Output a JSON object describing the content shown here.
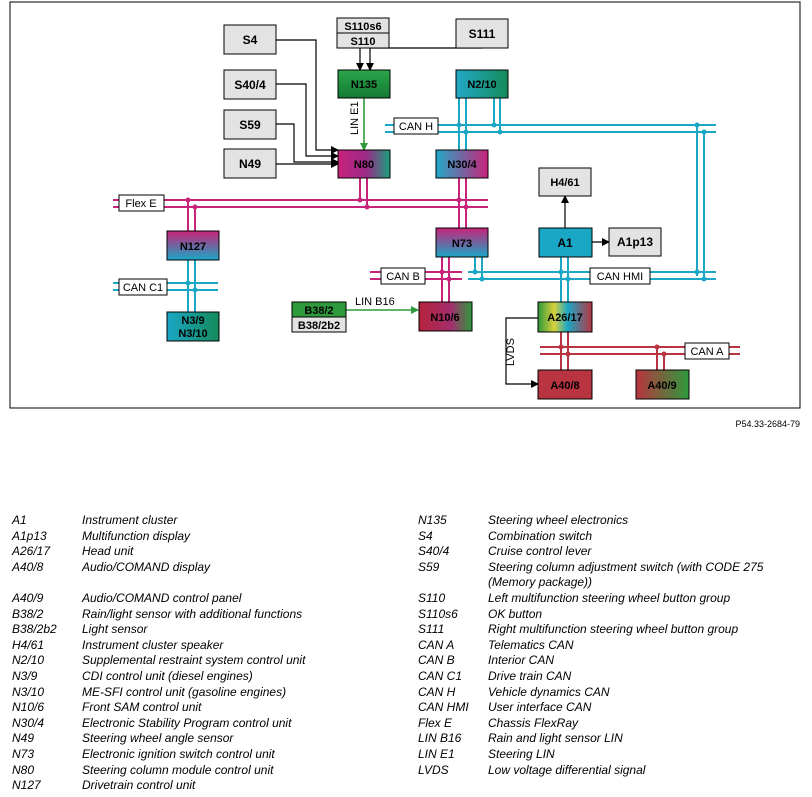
{
  "figure_code": "P54.33-2684-79",
  "colors": {
    "can_blue": "#1aa7c6",
    "flex_magenta": "#c8237a",
    "can_a_red": "#b83440",
    "lin_green": "#2e9a3c",
    "box_gray": "#e3e3e3",
    "box_stroke": "#000000"
  },
  "diagram": {
    "nodes": {
      "S4": "S4",
      "S110s6": "S110s6",
      "S110": "S110",
      "S111": "S111",
      "S40_4": "S40/4",
      "S59": "S59",
      "N49": "N49",
      "N135": "N135",
      "N2_10": "N2/10",
      "N80": "N80",
      "N30_4": "N30/4",
      "H4_61": "H4/61",
      "A1": "A1",
      "A1p13": "A1p13",
      "N127": "N127",
      "N73": "N73",
      "N3_9": "N3/9",
      "N3_10": "N3/10",
      "B38_2": "B38/2",
      "B38_2b2": "B38/2b2",
      "N10_6": "N10/6",
      "A26_17": "A26/17",
      "A40_8": "A40/8",
      "A40_9": "A40/9"
    },
    "buses": {
      "can_h": "CAN H",
      "flex_e": "Flex E",
      "can_c1": "CAN C1",
      "can_b": "CAN B",
      "can_hmi": "CAN HMI",
      "can_a": "CAN A",
      "lin_b16": "LIN B16",
      "lin_e1": "LIN E1",
      "lvds": "LVDS"
    }
  },
  "legend": {
    "left": [
      {
        "code": "A1",
        "desc": "Instrument cluster"
      },
      {
        "code": "A1p13",
        "desc": "Multifunction display"
      },
      {
        "code": "A26/17",
        "desc": "Head unit"
      },
      {
        "code": "A40/8",
        "desc": "Audio/COMAND display"
      },
      {
        "code": "A40/9",
        "desc": "Audio/COMAND control panel"
      },
      {
        "code": "B38/2",
        "desc": "Rain/light sensor with additional functions"
      },
      {
        "code": "B38/2b2",
        "desc": "Light sensor"
      },
      {
        "code": "H4/61",
        "desc": "Instrument cluster speaker"
      },
      {
        "code": "N2/10",
        "desc": "Supplemental restraint system control unit"
      },
      {
        "code": "N3/9",
        "desc": "CDI control unit (diesel engines)"
      },
      {
        "code": "N3/10",
        "desc": "ME-SFI control unit (gasoline engines)"
      },
      {
        "code": "N10/6",
        "desc": "Front SAM control unit"
      },
      {
        "code": "N30/4",
        "desc": "Electronic Stability Program control unit"
      },
      {
        "code": "N49",
        "desc": "Steering wheel angle sensor"
      },
      {
        "code": "N73",
        "desc": "Electronic ignition switch control unit"
      },
      {
        "code": "N80",
        "desc": "Steering column module control unit"
      },
      {
        "code": "N127",
        "desc": "Drivetrain control unit"
      }
    ],
    "right": [
      {
        "code": "N135",
        "desc": "Steering wheel electronics"
      },
      {
        "code": "S4",
        "desc": "Combination switch"
      },
      {
        "code": "S40/4",
        "desc": "Cruise control lever"
      },
      {
        "code": "S59",
        "desc": "Steering column adjustment switch (with CODE 275",
        "desc2": "(Memory package))"
      },
      {
        "code": "S110",
        "desc": "Left multifunction steering wheel button group"
      },
      {
        "code": "S110s6",
        "desc": "OK button"
      },
      {
        "code": "S111",
        "desc": "Right multifunction steering wheel button group"
      },
      {
        "code": "CAN A",
        "desc": "Telematics CAN"
      },
      {
        "code": "CAN B",
        "desc": "Interior CAN"
      },
      {
        "code": "CAN C1",
        "desc": "Drive train CAN"
      },
      {
        "code": "CAN H",
        "desc": "Vehicle dynamics CAN"
      },
      {
        "code": "CAN HMI",
        "desc": "User interface CAN"
      },
      {
        "code": "Flex E",
        "desc": "Chassis FlexRay"
      },
      {
        "code": "LIN B16",
        "desc": "Rain and light sensor LIN"
      },
      {
        "code": "LIN E1",
        "desc": "Steering LIN"
      },
      {
        "code": "LVDS",
        "desc": "Low voltage differential signal"
      }
    ]
  }
}
